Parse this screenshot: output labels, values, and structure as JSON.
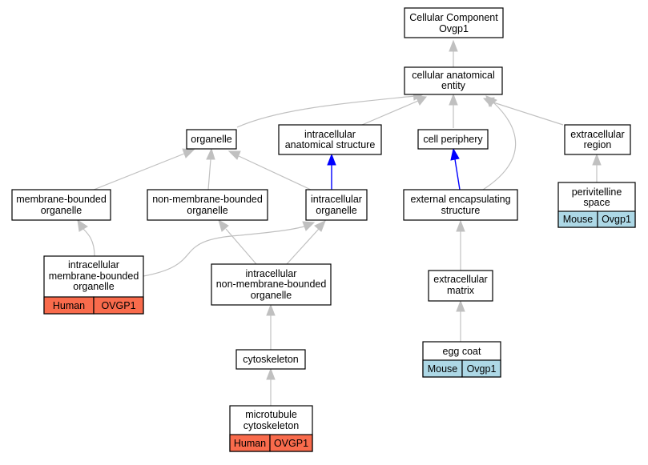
{
  "colors": {
    "human": "#f96b4c",
    "mouse": "#add8e6",
    "edge": "#c0c0c0",
    "edge_highlight": "#0000ff"
  },
  "nodes": {
    "root": {
      "lines": [
        "Cellular Component",
        "Ovgp1"
      ]
    },
    "cae": {
      "lines": [
        "cellular anatomical",
        "entity"
      ]
    },
    "organelle": {
      "lines": [
        "organelle"
      ]
    },
    "ias": {
      "lines": [
        "intracellular",
        "anatomical structure"
      ]
    },
    "cellperiph": {
      "lines": [
        "cell periphery"
      ]
    },
    "extracell_region": {
      "lines": [
        "extracellular",
        "region"
      ]
    },
    "mbo": {
      "lines": [
        "membrane-bounded",
        "organelle"
      ]
    },
    "nmbo": {
      "lines": [
        "non-membrane-bounded",
        "organelle"
      ]
    },
    "io": {
      "lines": [
        "intracellular",
        "organelle"
      ]
    },
    "ees": {
      "lines": [
        "external encapsulating",
        "structure"
      ]
    },
    "perivit": {
      "lines": [
        "perivitelline",
        "space"
      ],
      "species": "Mouse",
      "gene": "Ovgp1"
    },
    "imbo": {
      "lines": [
        "intracellular",
        "membrane-bounded",
        "organelle"
      ],
      "species": "Human",
      "gene": "OVGP1"
    },
    "inmbo": {
      "lines": [
        "intracellular",
        "non-membrane-bounded",
        "organelle"
      ]
    },
    "ecm": {
      "lines": [
        "extracellular",
        "matrix"
      ]
    },
    "cytoskeleton": {
      "lines": [
        "cytoskeleton"
      ]
    },
    "eggcoat": {
      "lines": [
        "egg coat"
      ],
      "species": "Mouse",
      "gene": "Ovgp1"
    },
    "mtcyto": {
      "lines": [
        "microtubule",
        "cytoskeleton"
      ],
      "species": "Human",
      "gene": "OVGP1"
    }
  }
}
